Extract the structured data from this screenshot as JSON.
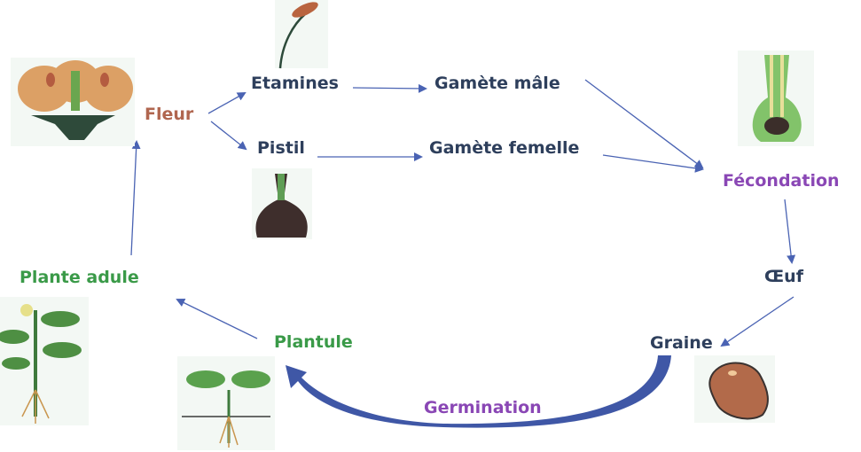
{
  "labels": {
    "fleur": "Fleur",
    "etamines": "Etamines",
    "pistil": "Pistil",
    "gamete_male": "Gamète mâle",
    "gamete_femelle": "Gamète femelle",
    "fecondation": "Fécondation",
    "oeuf": "Œuf",
    "graine": "Graine",
    "germination": "Germination",
    "plantule": "Plantule",
    "plante_adulte": "Plante adule"
  },
  "colors": {
    "arrow": "#4a63b3",
    "navy": "#2e3f5c",
    "purple": "#8a47b5",
    "green": "#3a9a48",
    "brown": "#b0664f"
  }
}
